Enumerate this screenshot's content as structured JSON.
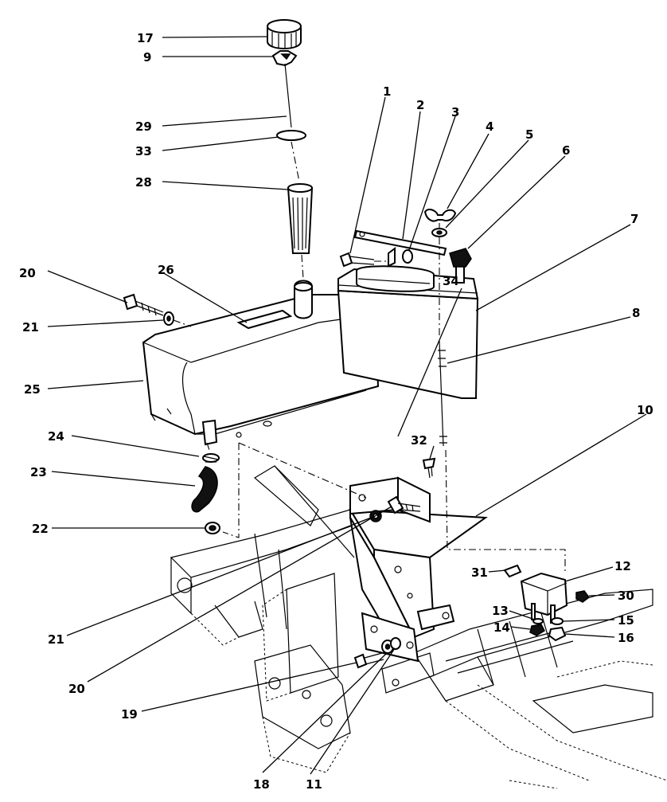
{
  "callouts": [
    {
      "id": "1",
      "text": "1"
    },
    {
      "id": "2",
      "text": "2"
    },
    {
      "id": "3",
      "text": "3"
    },
    {
      "id": "4",
      "text": "4"
    },
    {
      "id": "5",
      "text": "5"
    },
    {
      "id": "6",
      "text": "6"
    },
    {
      "id": "7",
      "text": "7"
    },
    {
      "id": "8",
      "text": "8"
    },
    {
      "id": "9",
      "text": "9"
    },
    {
      "id": "10",
      "text": "10"
    },
    {
      "id": "11",
      "text": "11"
    },
    {
      "id": "12",
      "text": "12"
    },
    {
      "id": "13",
      "text": "13"
    },
    {
      "id": "14",
      "text": "14"
    },
    {
      "id": "15",
      "text": "15"
    },
    {
      "id": "16",
      "text": "16"
    },
    {
      "id": "17",
      "text": "17"
    },
    {
      "id": "18",
      "text": "18"
    },
    {
      "id": "19",
      "text": "19"
    },
    {
      "id": "20a",
      "text": "20"
    },
    {
      "id": "20b",
      "text": "20"
    },
    {
      "id": "21a",
      "text": "21"
    },
    {
      "id": "21b",
      "text": "21"
    },
    {
      "id": "22",
      "text": "22"
    },
    {
      "id": "23",
      "text": "23"
    },
    {
      "id": "24",
      "text": "24"
    },
    {
      "id": "25",
      "text": "25"
    },
    {
      "id": "26",
      "text": "26"
    },
    {
      "id": "28",
      "text": "28"
    },
    {
      "id": "29",
      "text": "29"
    },
    {
      "id": "30",
      "text": "30"
    },
    {
      "id": "31",
      "text": "31"
    },
    {
      "id": "32",
      "text": "32"
    },
    {
      "id": "33",
      "text": "33"
    },
    {
      "id": "34",
      "text": "34"
    }
  ]
}
